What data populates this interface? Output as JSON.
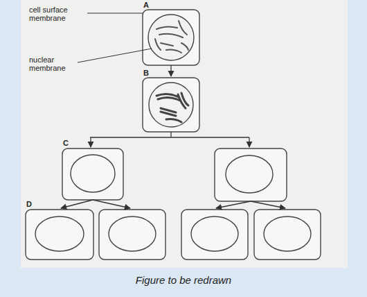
{
  "diagram": {
    "caption": "Figure to be redrawn",
    "labels": [
      "cell surface membrane",
      "nuclear membrane",
      "A",
      "B",
      "C",
      "D"
    ]
  }
}
